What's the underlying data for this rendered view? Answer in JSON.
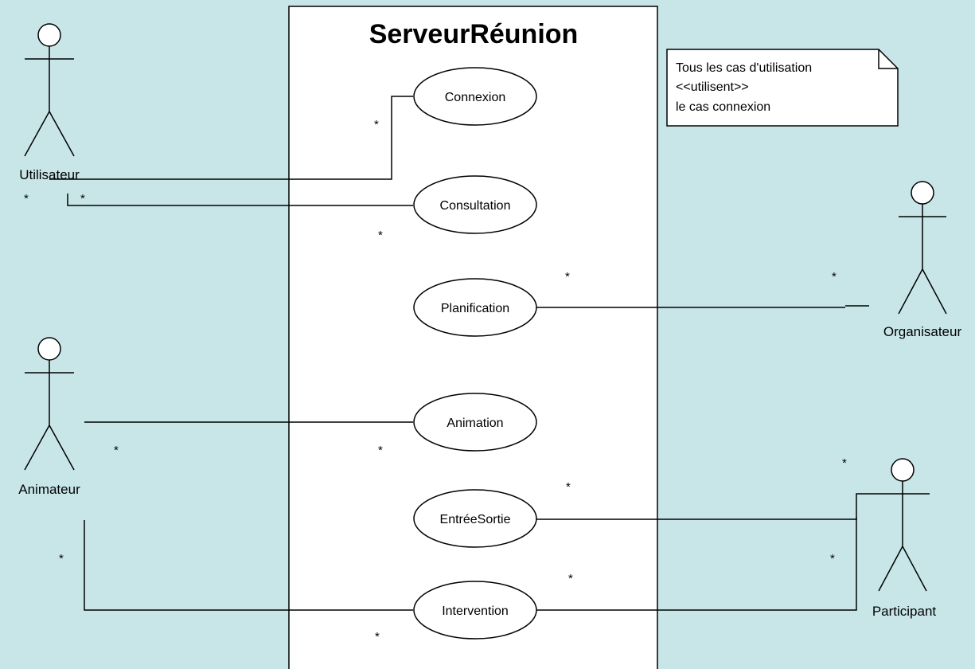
{
  "system": {
    "title": "ServeurRéunion"
  },
  "note": {
    "lines": [
      "Tous les cas d'utilisation",
      "<<utilisent>>",
      "le cas connexion"
    ]
  },
  "use_cases": {
    "connexion": "Connexion",
    "consultation": "Consultation",
    "planification": "Planification",
    "animation": "Animation",
    "entree_sortie": "EntréeSortie",
    "intervention": "Intervention"
  },
  "actors": {
    "utilisateur": "Utilisateur",
    "animateur": "Animateur",
    "organisateur": "Organisateur",
    "participant": "Participant"
  },
  "multiplicity": "*",
  "colors": {
    "background": "#c8e6e8",
    "shape_fill": "#ffffff",
    "stroke": "#000000"
  }
}
